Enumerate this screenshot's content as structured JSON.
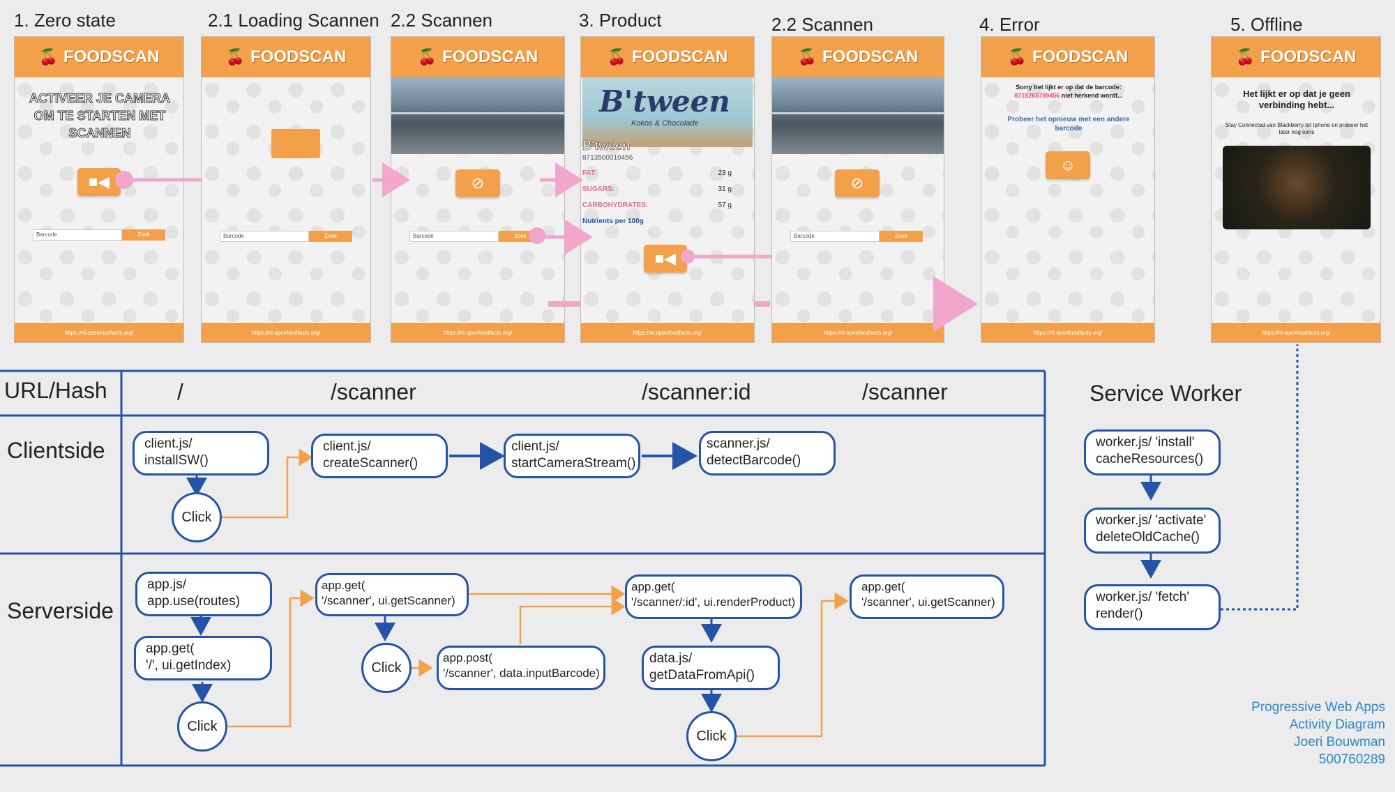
{
  "screens": [
    {
      "title": "1. Zero state",
      "brand": "FOODSCAN",
      "message": "ACTIVEER JE CAMERA OM TE STARTEN MET SCANNEN",
      "search_placeholder": "Barcode",
      "search_button": "Zoek",
      "footer": "https://nl.openfoodfacts.org/"
    },
    {
      "title": "2.1 Loading Scannen",
      "brand": "FOODSCAN",
      "search_placeholder": "Barcode",
      "search_button": "Zoek",
      "footer": "https://nl.openfoodfacts.org/"
    },
    {
      "title": "2.2 Scannen",
      "brand": "FOODSCAN",
      "search_placeholder": "Barcode",
      "search_button": "Zoek",
      "footer": "https://nl.openfoodfacts.org/"
    },
    {
      "title": "3. Product",
      "brand": "FOODSCAN",
      "product_image_text": "B'tween",
      "product_image_sub": "Kokos & Chocolade",
      "product_name": "B'tween",
      "barcode": "8713500010456",
      "nutrients": [
        {
          "label": "FAT:",
          "value": "23 g"
        },
        {
          "label": "SUGARS:",
          "value": "31 g"
        },
        {
          "label": "CARBOHYDRATES:",
          "value": "57 g"
        }
      ],
      "nutrients_note": "Nutrients per 100g",
      "footer": "https://nl.openfoodfacts.org/"
    },
    {
      "title": "2.2 Scannen",
      "brand": "FOODSCAN",
      "search_placeholder": "Barcode",
      "search_button": "Zoek",
      "footer": "https://nl.openfoodfacts.org/"
    },
    {
      "title": "4. Error",
      "brand": "FOODSCAN",
      "error_line1": "Sorry het lijkt er op dat de barcode:",
      "error_code": "8718265789456",
      "error_suffix": "niet herkend wordt...",
      "retry": "Probeer het opnieuw met een andere barcode",
      "footer": "https://nl.openfoodfacts.org/"
    },
    {
      "title": "5. Offline",
      "brand": "FOODSCAN",
      "offline_msg": "Het lijkt er op dat je geen verbinding hebt...",
      "offline_sub": "Stay Connected van Blackberry tot Iphone en probeer het later nog eens",
      "footer": "https://nl.openfoodfacts.org/"
    }
  ],
  "diagram": {
    "lanes": {
      "url": "URL/Hash",
      "client": "Clientside",
      "server": "Serverside"
    },
    "urls": [
      "/",
      "/scanner",
      "/scanner:id",
      "/scanner"
    ],
    "service_worker_title": "Service Worker",
    "client_nodes": [
      {
        "line1": "client.js/",
        "line2": "installSW()"
      },
      {
        "line1": "client.js/",
        "line2": "createScanner()"
      },
      {
        "line1": "client.js/",
        "line2": "startCameraStream()"
      },
      {
        "line1": "scanner.js/",
        "line2": "detectBarcode()"
      }
    ],
    "server_nodes": [
      {
        "line1": "app.js/",
        "line2": "app.use(routes)"
      },
      {
        "line1": "app.get(",
        "line2": "'/', ui.getIndex)"
      },
      {
        "line1": "app.get(",
        "line2": "'/scanner', ui.getScanner)"
      },
      {
        "line1": "app.post(",
        "line2": "'/scanner', data.inputBarcode)"
      },
      {
        "line1": "app.get(",
        "line2": "'/scanner/:id', ui.renderProduct)"
      },
      {
        "line1": "data.js/",
        "line2": "getDataFromApi()"
      },
      {
        "line1": "app.get(",
        "line2": "'/scanner', ui.getScanner)"
      }
    ],
    "sw_nodes": [
      {
        "line1": "worker.js/ 'install'",
        "line2": "cacheResources()"
      },
      {
        "line1": "worker.js/ 'activate'",
        "line2": "deleteOldCache()"
      },
      {
        "line1": "worker.js/ 'fetch'",
        "line2": "render()"
      }
    ],
    "click_label": "Click"
  },
  "credits": [
    "Progressive Web Apps",
    "Activity Diagram",
    "Joeri Bouwman",
    "500760289"
  ]
}
